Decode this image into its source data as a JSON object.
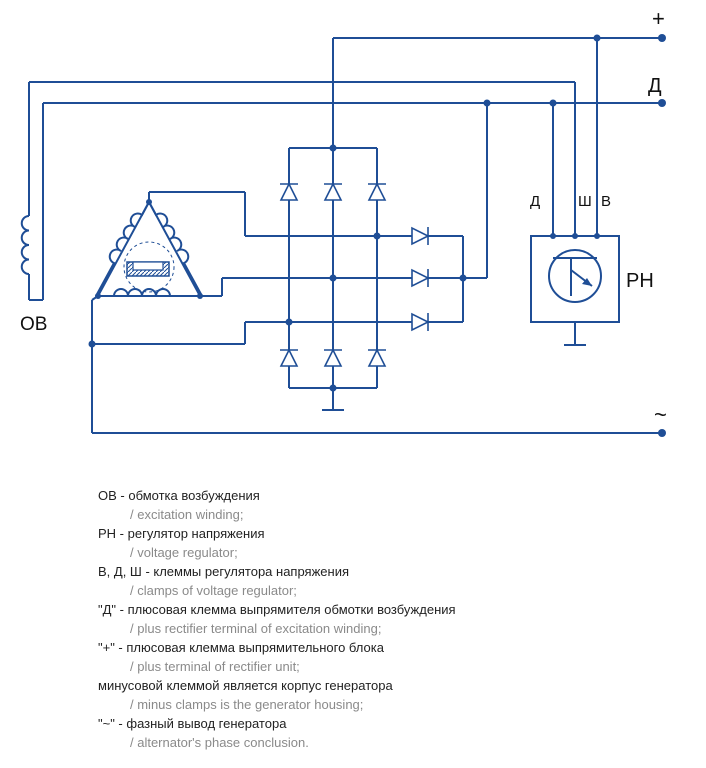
{
  "diagram": {
    "terminals": {
      "plus": "+",
      "d": "Д",
      "phase": "~"
    },
    "labels": {
      "ov": "ОВ",
      "rn": "РН",
      "reg_d": "Д",
      "reg_sh": "Ш",
      "reg_v": "В"
    },
    "colors": {
      "wire": "#1f4e96",
      "text": "#111111"
    }
  },
  "legend": [
    {
      "ru": "ОВ - обмотка возбуждения",
      "en": "/ excitation winding;"
    },
    {
      "ru": "РН - регулятор напряжения",
      "en": "/ voltage regulator;"
    },
    {
      "ru": "В, Д, Ш - клеммы регулятора напряжения",
      "en": "/ clamps of voltage regulator;"
    },
    {
      "ru": "\"Д\" - плюсовая клемма выпрямителя обмотки возбуждения",
      "en": "/ plus rectifier terminal of excitation winding;"
    },
    {
      "ru": "\"+\" - плюсовая клемма выпрямительного блока",
      "en": "/ plus terminal of rectifier unit;"
    },
    {
      "ru": "минусовой клеммой является корпус генератора",
      "en": "/ minus clamps is the generator housing;"
    },
    {
      "ru": "\"~\" - фазный вывод генератора",
      "en": "/ alternator's phase conclusion."
    }
  ]
}
